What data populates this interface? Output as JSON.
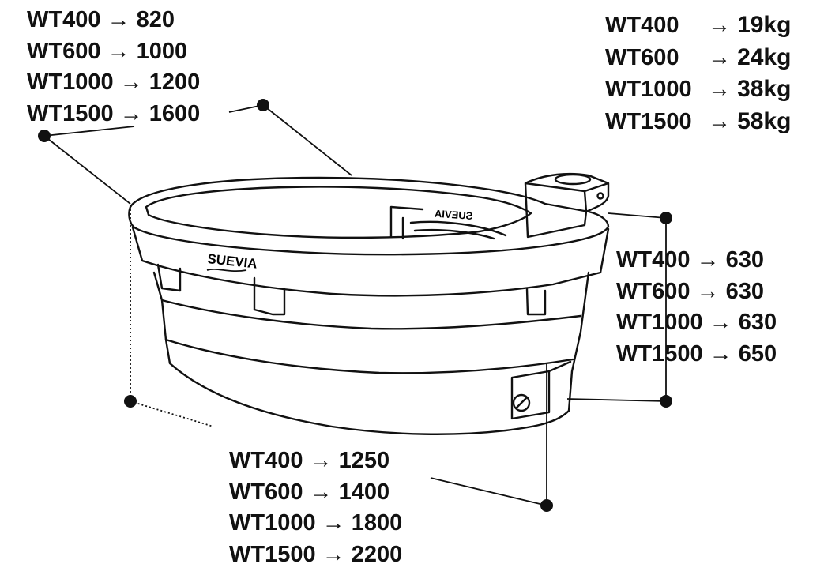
{
  "arrow": "→",
  "brand_label": "SUEVIA",
  "brand_label_mirrored": "SUEVIA",
  "depth_dimensions": [
    {
      "model": "WT400",
      "value": "820"
    },
    {
      "model": "WT600",
      "value": "1000"
    },
    {
      "model": "WT1000",
      "value": "1200"
    },
    {
      "model": "WT1500",
      "value": "1600"
    }
  ],
  "weights": [
    {
      "model": "WT400",
      "value": "19kg"
    },
    {
      "model": "WT600",
      "value": "24kg"
    },
    {
      "model": "WT1000",
      "value": "38kg"
    },
    {
      "model": "WT1500",
      "value": "58kg"
    }
  ],
  "height_dimensions": [
    {
      "model": "WT400",
      "value": "630"
    },
    {
      "model": "WT600",
      "value": "630"
    },
    {
      "model": "WT1000",
      "value": "630"
    },
    {
      "model": "WT1500",
      "value": "650"
    }
  ],
  "length_dimensions": [
    {
      "model": "WT400",
      "value": "1250"
    },
    {
      "model": "WT600",
      "value": "1400"
    },
    {
      "model": "WT1000",
      "value": "1800"
    },
    {
      "model": "WT1500",
      "value": "2200"
    }
  ]
}
